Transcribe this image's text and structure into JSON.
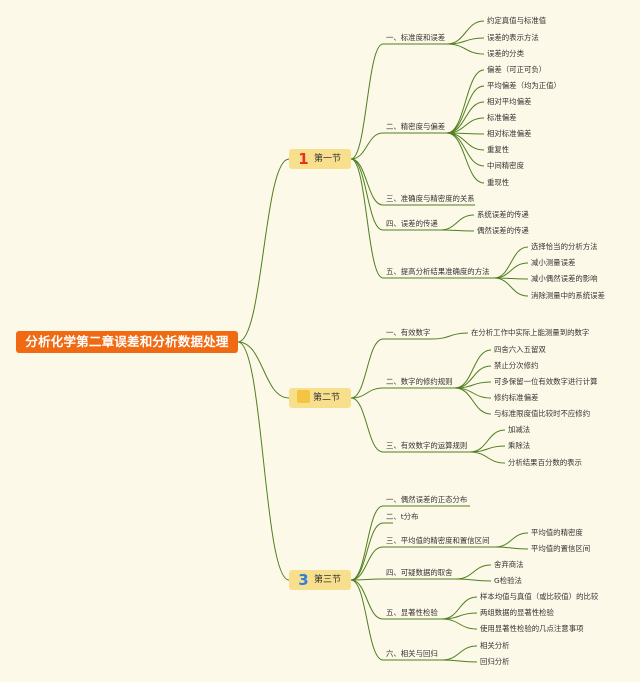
{
  "root": "分析化学第二章误差和分析数据处理",
  "sections": [
    {
      "num": "1",
      "label": "第一节"
    },
    {
      "num": "",
      "label": "第二节"
    },
    {
      "num": "3",
      "label": "第三节"
    }
  ],
  "s1": {
    "b1": "一、标准度和误差",
    "b1c": [
      "约定真值与标准值",
      "误差的表示方法",
      "误差的分类"
    ],
    "b2": "二、精密度与偏差",
    "b2c": [
      "偏差（可正可负）",
      "平均偏差（均为正值）",
      "相对平均偏差",
      "标准偏差",
      "相对标准偏差",
      "重复性",
      "中间精密度",
      "重现性"
    ],
    "b3": "三、准确度与精密度的关系",
    "b4": "四、误差的传递",
    "b4c": [
      "系统误差的传递",
      "偶然误差的传递"
    ],
    "b5": "五、提高分析结果准确度的方法",
    "b5c": [
      "选择恰当的分析方法",
      "减小测量误差",
      "减小偶然误差的影响",
      "消除测量中的系统误差"
    ]
  },
  "s2": {
    "b1": "一、有效数字",
    "b1c": [
      "在分析工作中实际上能测量到的数字"
    ],
    "b2": "二、数字的修约规则",
    "b2c": [
      "四舍六入五留双",
      "禁止分次修约",
      "可多保留一位有效数字进行计算",
      "修约标准偏差",
      "与标准限度值比较时不应修约"
    ],
    "b3": "三、有效数字的运算规则",
    "b3c": [
      "加减法",
      "乘除法",
      "分析结果百分数的表示"
    ]
  },
  "s3": {
    "b1": "一、偶然误差的正态分布",
    "b2": "二、t分布",
    "b3": "三、平均值的精密度和置信区间",
    "b3c": [
      "平均值的精密度",
      "平均值的置信区间"
    ],
    "b4": "四、可疑数据的取舍",
    "b4c": [
      "舍弃商法",
      "G检验法"
    ],
    "b5": "五、显著性检验",
    "b5c": [
      "样本均值与真值（或比较值）的比较",
      "两组数据的显著性检验",
      "使用显著性检验的几点注意事项"
    ],
    "b6": "六、相关与回归",
    "b6c": [
      "相关分析",
      "回归分析"
    ]
  },
  "colors": {
    "line": "#4e7f1f",
    "root_bg": "#f06a13",
    "section_bg": "#f8df8e",
    "num_red": "#e8321f",
    "num_blue": "#2a7fe0",
    "page_bg": "#fdf9e8"
  }
}
